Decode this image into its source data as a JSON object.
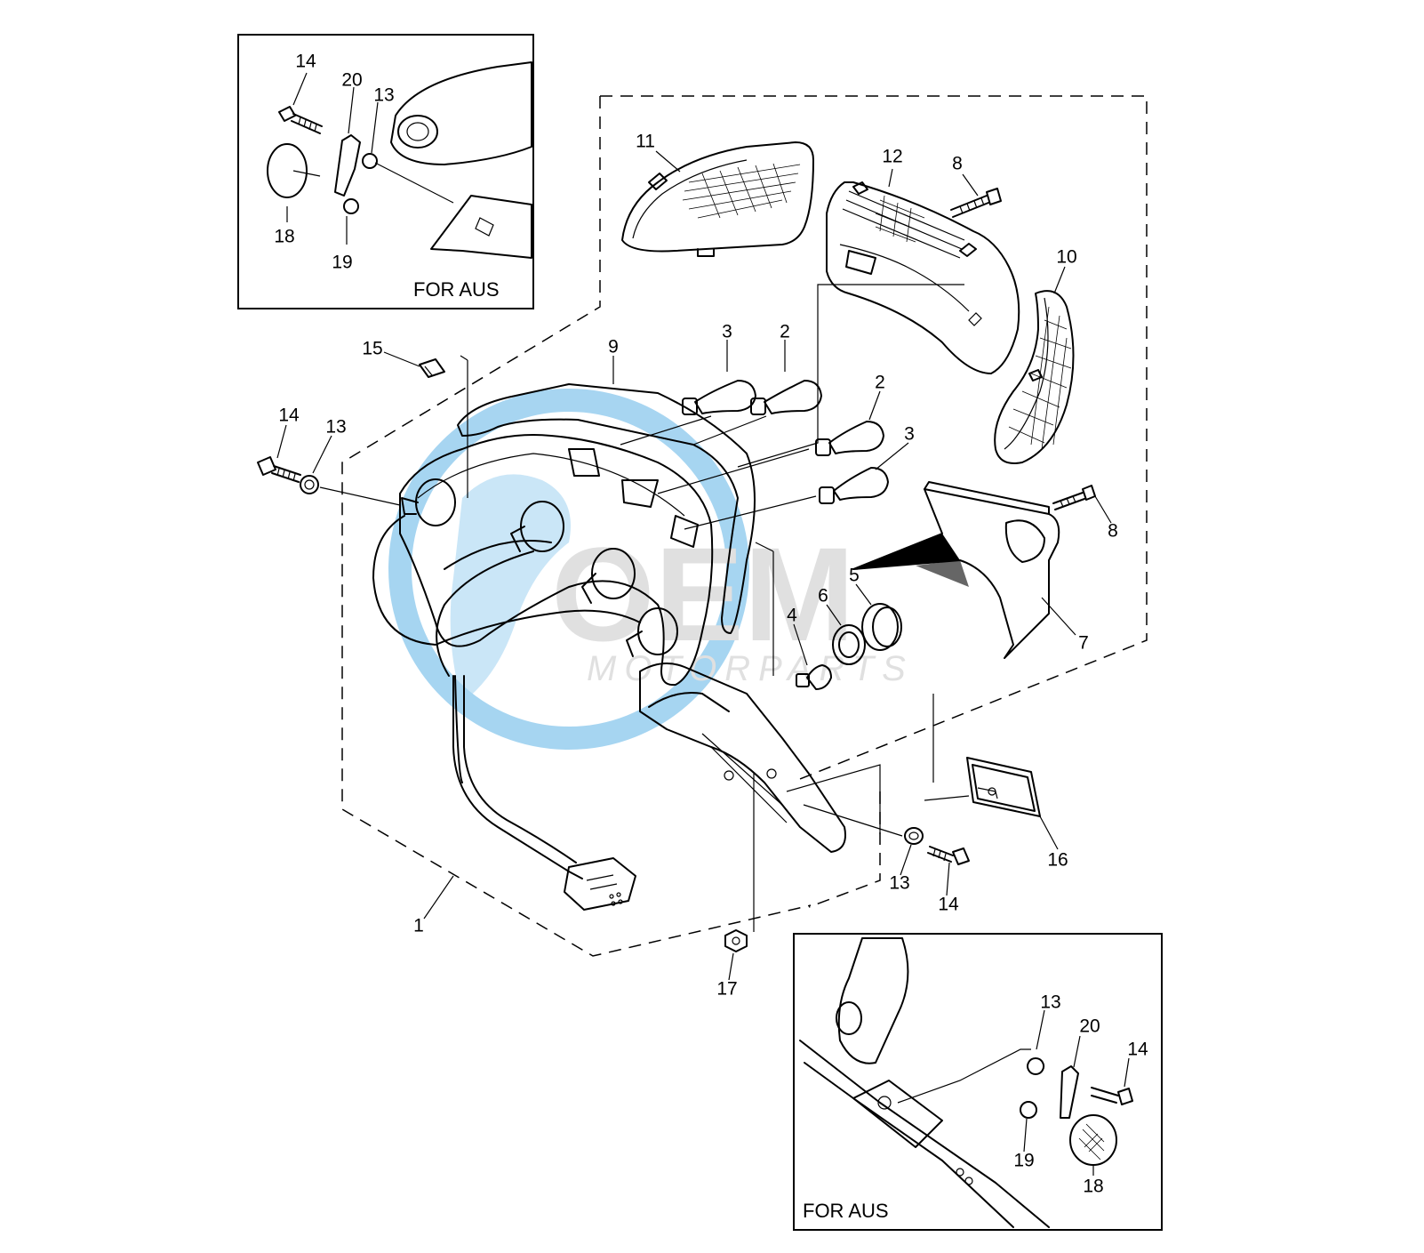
{
  "insets": {
    "top_left_label": "FOR AUS",
    "bottom_right_label": "FOR AUS"
  },
  "watermark": {
    "brand": "OEM",
    "sub": "MOTORPARTS",
    "color_blue": "#5fb3e6",
    "color_gray": "#c8c8c8"
  },
  "callouts": {
    "c1": "1",
    "c2a": "2",
    "c2b": "2",
    "c3a": "3",
    "c3b": "3",
    "c4": "4",
    "c5": "5",
    "c6": "6",
    "c7": "7",
    "c8a": "8",
    "c8b": "8",
    "c9": "9",
    "c10": "10",
    "c11": "11",
    "c12": "12",
    "c13a": "13",
    "c13b": "13",
    "c14a": "14",
    "c14b": "14",
    "c15": "15",
    "c16": "16",
    "c17": "17",
    "in1_14": "14",
    "in1_20": "20",
    "in1_13": "13",
    "in1_18": "18",
    "in1_19": "19",
    "in2_13": "13",
    "in2_20": "20",
    "in2_14": "14",
    "in2_19": "19",
    "in2_18": "18"
  }
}
